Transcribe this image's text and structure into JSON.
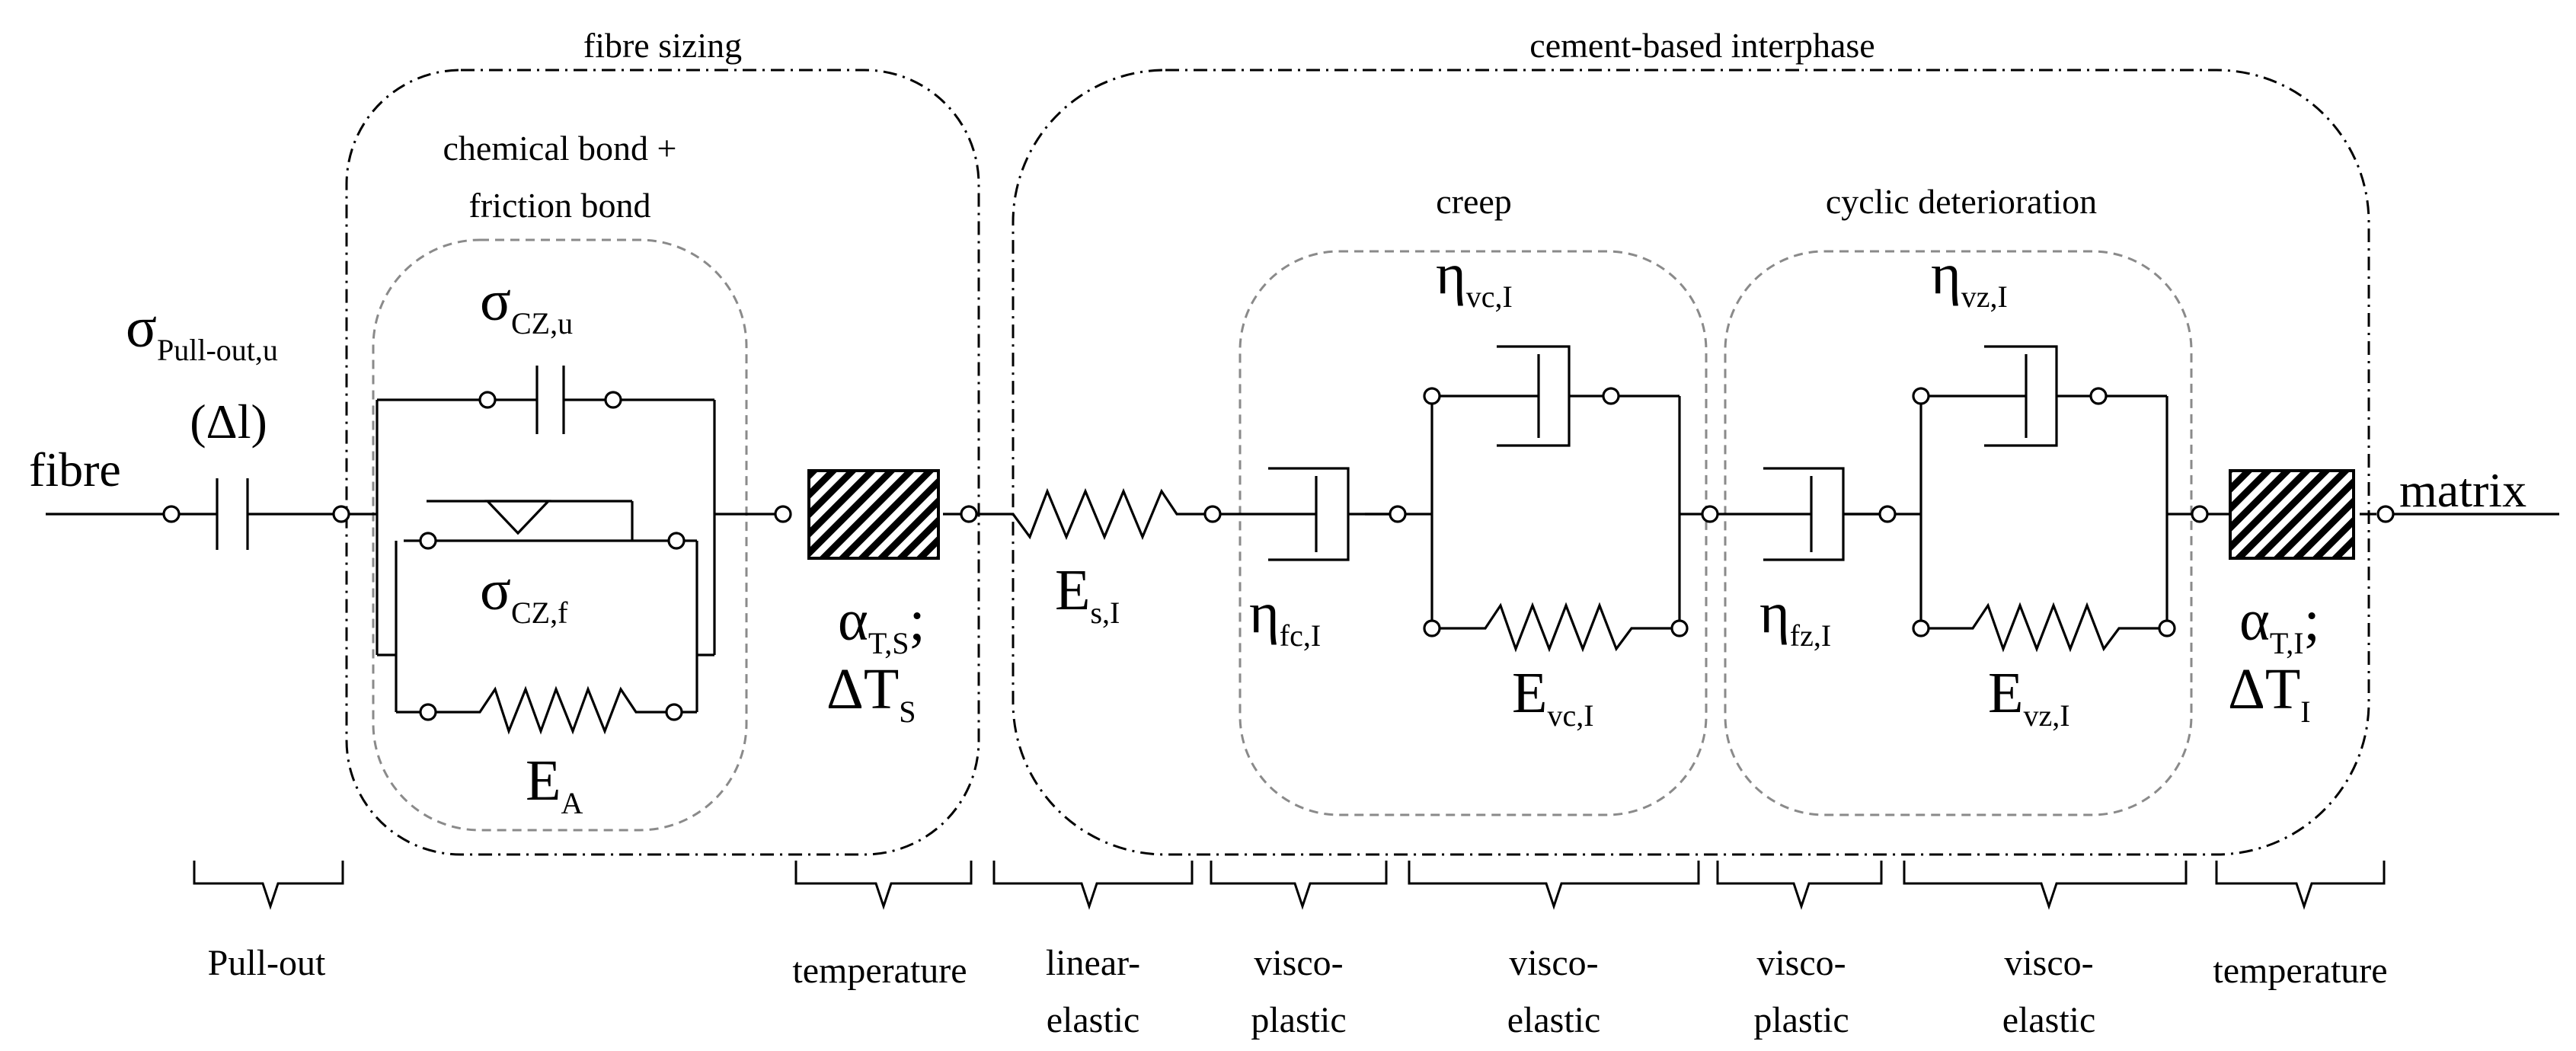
{
  "regions": {
    "fibre_sizing": "fibre sizing",
    "cement_interphase": "cement-based  interphase",
    "chemical_bond_line1": "chemical  bond +",
    "chemical_bond_line2": "friction bond",
    "creep": "creep",
    "cyclic": "cyclic  deterioration"
  },
  "terminals": {
    "left": "fibre",
    "right": "matrix"
  },
  "symbols": {
    "pullout_base": "σ",
    "pullout_sub": "Pull-out,u",
    "pullout_arg": "(Δl)",
    "cz_u_base": "σ",
    "cz_u_sub": "CZ,u",
    "cz_f_base": "σ",
    "cz_f_sub": "CZ,f",
    "ea_base": "E",
    "ea_sub": "A",
    "ats_base": "α",
    "ats_sub": "T,S",
    "ats_sep": ";",
    "dts_base": "ΔT",
    "dts_sub": "S",
    "esi_base": "E",
    "esi_sub": "s,I",
    "efc_base": "η",
    "efc_sub": "fc,I",
    "evc_eta_base": "η",
    "evc_eta_sub": "vc,I",
    "evc_e_base": "E",
    "evc_e_sub": "vc,I",
    "efz_base": "η",
    "efz_sub": "fz,I",
    "evz_eta_base": "η",
    "evz_eta_sub": "vz,I",
    "evz_e_base": "E",
    "evz_e_sub": "vz,I",
    "ati_base": "α",
    "ati_sub": "T,I",
    "ati_sep": ";",
    "dti_base": "ΔT",
    "dti_sub": "I"
  },
  "categories": {
    "pullout": "Pull-out",
    "temp1": "temperature",
    "linear_1": "linear-",
    "linear_2": "elastic",
    "vp1_1": "visco-",
    "vp1_2": "plastic",
    "ve1_1": "visco-",
    "ve1_2": "elastic",
    "vp2_1": "visco-",
    "vp2_2": "plastic",
    "ve2_1": "visco-",
    "ve2_2": "elastic",
    "temp2": "temperature"
  }
}
